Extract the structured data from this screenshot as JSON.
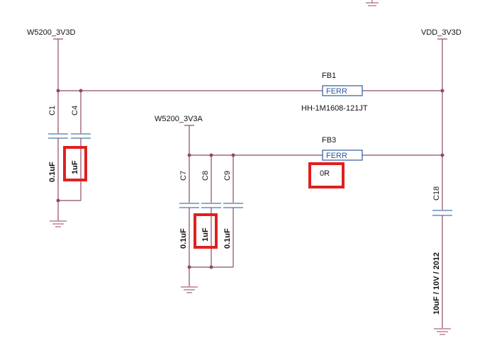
{
  "nets": {
    "w5200_3v3d": "W5200_3V3D",
    "vdd_3v3d": "VDD_3V3D",
    "w5200_3v3a": "W5200_3V3A"
  },
  "ferrites": [
    {
      "ref": "FB1",
      "type": "FERR",
      "value": "HH-1M1608-121JT"
    },
    {
      "ref": "FB3",
      "type": "FERR",
      "value": "0R"
    }
  ],
  "capacitors": [
    {
      "ref": "C1",
      "value": "0.1uF"
    },
    {
      "ref": "C4",
      "value": "1uF"
    },
    {
      "ref": "C7",
      "value": "0.1uF"
    },
    {
      "ref": "C8",
      "value": "1uF"
    },
    {
      "ref": "C9",
      "value": "0.1uF"
    },
    {
      "ref": "C18",
      "value": "10uF / 10V / 2012"
    }
  ],
  "highlight_color": "#e02020"
}
